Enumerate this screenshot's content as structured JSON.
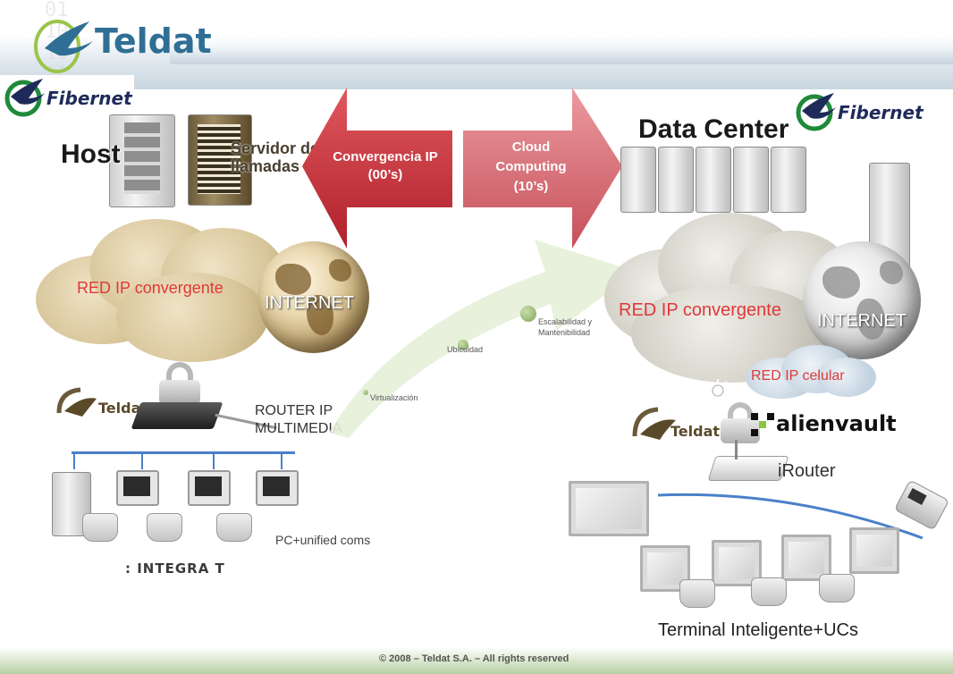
{
  "header": {
    "logo_text": "Teldat",
    "logo_icon": "hummingbird-icon"
  },
  "left": {
    "fibernet_logo": "Fibernet",
    "host_label": "Host",
    "servidor_label": "Servidor de llamadas",
    "red_ip_label": "RED IP convergente",
    "internet_label": "INTERNET",
    "router_label": "ROUTER IP MULTIMEDIA",
    "pc_label": "PC+unified coms",
    "integra_logo": ": INTEGRA T"
  },
  "arrows": {
    "left_arrow_text": "Convergencia IP (00’s)",
    "right_arrow_text": "Cloud Computing (10’s)"
  },
  "curve": {
    "steps": [
      "Virtualización",
      "Ubicuidad",
      "Escalabilidad y Mantenibilidad"
    ]
  },
  "right": {
    "fibernet_logo": "Fibernet",
    "datacenter_label": "Data Center",
    "red_ip_label": "RED IP convergente",
    "internet_label": "INTERNET",
    "celular_label": "RED IP celular",
    "alienvault_logo": "alienvault",
    "irouter_label": "iRouter",
    "terminal_label": "Terminal Inteligente+UCs"
  },
  "footer": {
    "copyright": "© 2008 – Teldat S.A. – All rights reserved"
  },
  "colors": {
    "red_arrow": "#c8323a",
    "pink_arrow": "#d9707a",
    "label_red": "#e03838",
    "fibernet_green": "#1f8a3a",
    "fibernet_navy": "#1e2a5a",
    "teldat_blue": "#2f6f95"
  }
}
